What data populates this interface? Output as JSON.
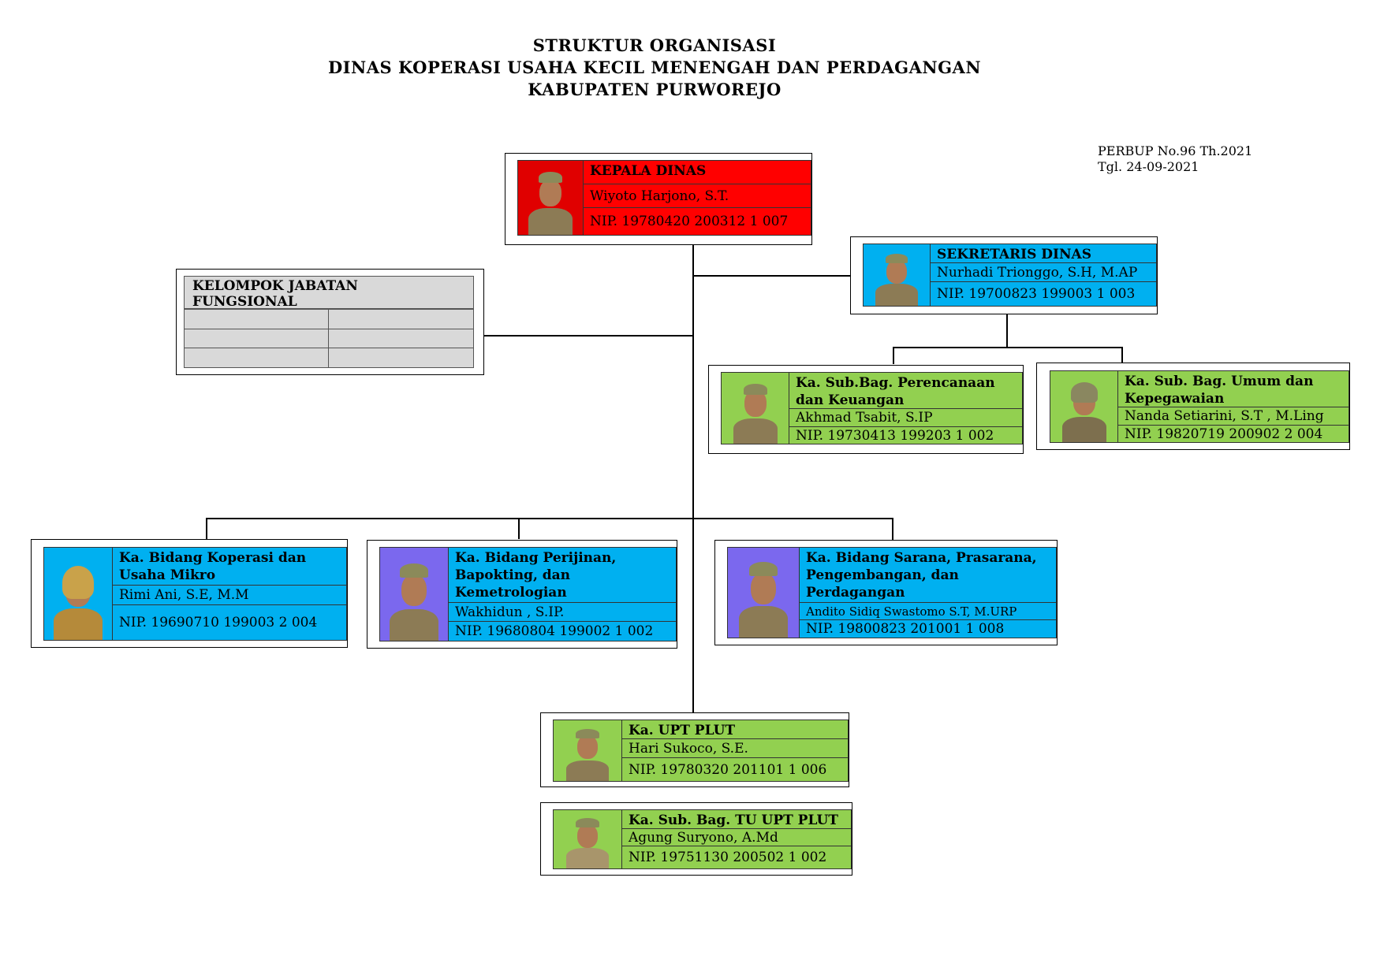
{
  "header": {
    "line1": "STRUKTUR ORGANISASI",
    "line2": "DINAS KOPERASI USAHA KECIL MENENGAH DAN PERDAGANGAN",
    "line3": "KABUPATEN PURWOREJO"
  },
  "reference": {
    "perbup": "PERBUP No.96 Th.2021",
    "date": "Tgl. 24-09-2021"
  },
  "colors": {
    "kepala": "#ff0000",
    "blue": "#00b0f0",
    "green": "#92d050",
    "grey": "#d9d9d9"
  },
  "fungsional": {
    "title": "KELOMPOK JABATAN FUNGSIONAL"
  },
  "kepala": {
    "role": "KEPALA DINAS",
    "name": "Wiyoto Harjono, S.T.",
    "nip": "NIP. 19780420 200312 1 007"
  },
  "sekretaris": {
    "role": "SEKRETARIS DINAS",
    "name": "Nurhadi Trionggo, S.H, M.AP",
    "nip": "NIP. 19700823 199003 1 003"
  },
  "subbag_perencanaan": {
    "role": "Ka. Sub.Bag. Perencanaan dan Keuangan",
    "name": "Akhmad Tsabit, S.IP",
    "nip": "NIP. 19730413 199203 1 002"
  },
  "subbag_umum": {
    "role": "Ka. Sub. Bag. Umum dan Kepegawaian",
    "name": "Nanda Setiarini, S.T , M.Ling",
    "nip": "NIP. 19820719 200902 2 004"
  },
  "bidang_koperasi": {
    "role": "Ka. Bidang Koperasi dan Usaha Mikro",
    "name": "Rimi Ani, S.E, M.M",
    "nip": "NIP. 19690710 199003 2 004"
  },
  "bidang_perijinan": {
    "role": "Ka. Bidang Perijinan, Bapokting, dan Kemetrologian",
    "name": "Wakhidun , S.IP.",
    "nip": "NIP. 19680804 199002 1 002"
  },
  "bidang_sarana": {
    "role": "Ka. Bidang Sarana, Prasarana, Pengembangan, dan Perdagangan",
    "name": "Andito Sidiq Swastomo S.T, M.URP",
    "nip": "NIP. 19800823 201001 1 008"
  },
  "upt_plut": {
    "role": "Ka. UPT PLUT",
    "name": "Hari Sukoco, S.E.",
    "nip": "NIP. 19780320 201101 1 006"
  },
  "subbag_tu_upt": {
    "role": "Ka. Sub. Bag. TU UPT PLUT",
    "name": "Agung Suryono, A.Md",
    "nip": "NIP. 19751130 200502 1 002"
  }
}
